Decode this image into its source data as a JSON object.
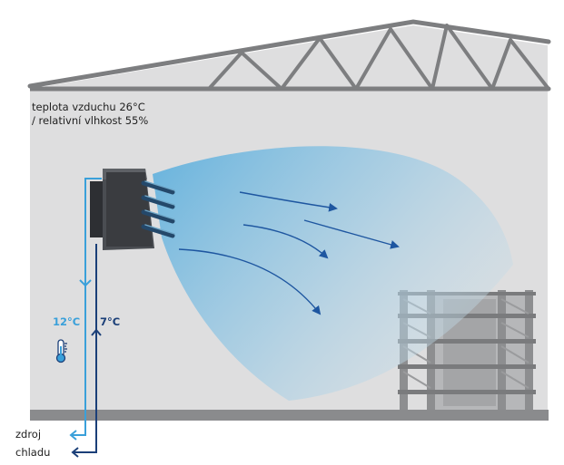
{
  "air_conditions": {
    "line1": "teplota vzduchu 26°C",
    "line2": "/ relativní vlhkost 55%"
  },
  "supply_temp": "12°C",
  "return_temp": "7°C",
  "source": {
    "line1": "zdroj",
    "line2": "chladu"
  },
  "colors": {
    "wall": "#dededf",
    "structure": "#7d7e80",
    "airflow": "#6fb6de",
    "supply_pipe": "#3aa0da",
    "return_pipe": "#1b3f78",
    "unit": "#4a4d52"
  },
  "icons": [
    "thermometer-icon",
    "arrow-icon"
  ]
}
